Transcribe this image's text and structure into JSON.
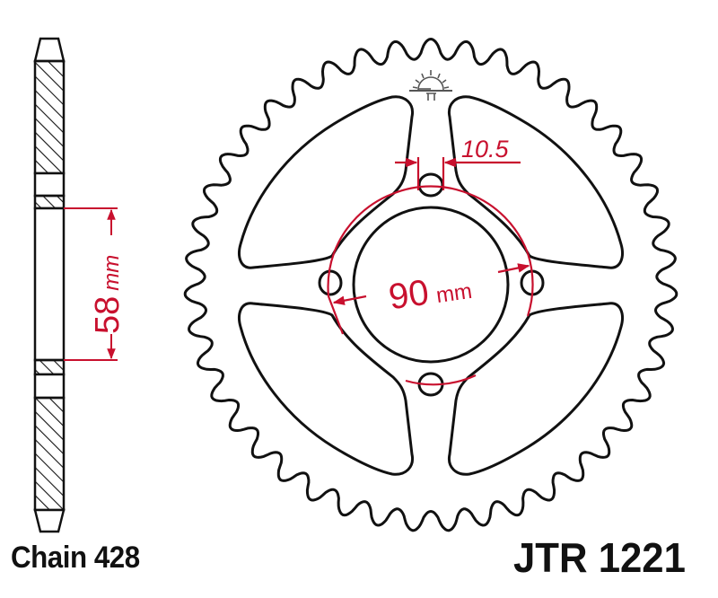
{
  "drawing": {
    "chain_label": "Chain 428",
    "part_number": "JTR 1221",
    "colors": {
      "outline": "#111111",
      "dimension": "#c8102e",
      "symbol": "#555555",
      "background": "#ffffff"
    },
    "dimensions": {
      "offset": {
        "value": "58",
        "unit": "mm"
      },
      "pcd": {
        "value": "90",
        "unit": "mm"
      },
      "bolt_hole": {
        "value": "10.5"
      }
    },
    "sprocket": {
      "teeth": 43,
      "bolt_holes": 4
    },
    "symbol": "sun-horizon-logo-icon"
  }
}
